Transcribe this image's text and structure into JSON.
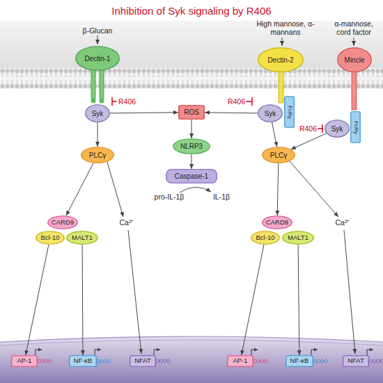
{
  "diagram": {
    "title": "Inhibition of Syk signaling by R406",
    "nodes": [
      {
        "text": [
          "Dectin-1"
        ]
      },
      {
        "text": [
          "Dectin-2"
        ]
      },
      {
        "text": [
          "Mincle"
        ]
      },
      {
        "text": [
          "Syk"
        ]
      },
      {
        "text": [
          "ROS"
        ]
      },
      {
        "text": [
          "Syk"
        ]
      },
      {
        "text": [
          "FcRγ"
        ]
      },
      {
        "text": [
          "Syk"
        ]
      },
      {
        "text": [
          "FcRγ"
        ]
      },
      {
        "text": [
          "NLRP3"
        ]
      },
      {
        "text": [
          "PLCγ"
        ]
      },
      {
        "text": [
          "PLCγ"
        ]
      },
      {
        "text": [
          "Caspase-1"
        ]
      },
      {
        "text": [
          "CARD9"
        ]
      },
      {
        "text": [
          "Bcl-10"
        ]
      },
      {
        "text": [
          "MALT1"
        ]
      },
      {
        "text": [
          "CARD9"
        ]
      },
      {
        "text": [
          "Bcl-10"
        ]
      },
      {
        "text": [
          "MALT1"
        ]
      },
      {
        "text": [
          "AP-1"
        ]
      },
      {
        "text": [
          "NF-κB"
        ]
      },
      {
        "text": [
          "NFAT"
        ]
      },
      {
        "text": [
          "AP-1"
        ]
      },
      {
        "text": [
          "NF-κB"
        ]
      },
      {
        "text": [
          "NFAT"
        ]
      }
    ],
    "edges": [
      {
        "from": 3,
        "to": 10,
        "arrow": "to"
      },
      {
        "from": 3,
        "to": 4,
        "arrow": "to"
      },
      {
        "from": 5,
        "to": 4,
        "arrow": "to"
      },
      {
        "from": 4,
        "to": 9,
        "arrow": "to"
      },
      {
        "from": 9,
        "to": 12,
        "arrow": "to"
      },
      {
        "from": 5,
        "to": 11,
        "arrow": "to"
      },
      {
        "from": 7,
        "to": 11,
        "arrow": "to"
      },
      {
        "from": 10,
        "to": 13,
        "arrow": "to"
      },
      {
        "from": 11,
        "to": 16,
        "arrow": "to"
      },
      {
        "from": 14,
        "to": 19,
        "arrow": "to"
      },
      {
        "from": 15,
        "to": 20,
        "arrow": "to"
      },
      {
        "from": 17,
        "to": 22,
        "arrow": "to"
      },
      {
        "from": 18,
        "to": 23,
        "arrow": "to"
      }
    ],
    "labels": [
      "β-Glucan",
      "High mannose, α-mannans",
      "α-mannose, cord factor",
      "R406",
      "R406",
      "R406",
      "pro-IL-1β",
      "IL-1β",
      "Ca²⁺",
      "Ca²⁺"
    ]
  }
}
